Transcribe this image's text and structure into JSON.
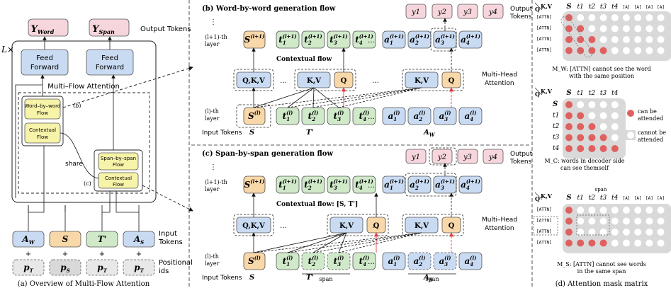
{
  "colors": {
    "pink": "#f6d6dc",
    "blue": "#c9dbf2",
    "green": "#cfe9c9",
    "orange": "#f8d7a8",
    "yellow": "#f7f3a8",
    "gray": "#d9d9d9",
    "lightgray": "#e8e8e8",
    "dot_red": "#e06060",
    "red_line": "#e04040"
  },
  "panel_a": {
    "y_word": "Y",
    "y_word_sub": "Word",
    "y_span": "Y",
    "y_span_sub": "Span",
    "output_tokens": "Output Tokens",
    "lx": "L×",
    "ff1_l1": "Feed",
    "ff1_l2": "Forward",
    "ff2_l1": "Feed",
    "ff2_l2": "Forward",
    "mfa": "Multi–Flow Attention",
    "mark_b": "(b)",
    "mark_c": "(c)",
    "wbw_l1": "Word–by–word",
    "wbw_l2": "Flow",
    "ctx_l1": "Contextual",
    "ctx_l2": "Flow",
    "sbs_l1": "Span–by–span",
    "sbs_l2": "Flow",
    "ctx2_l1": "Contextual",
    "ctx2_l2": "Flow",
    "share": "share",
    "input_tokens_l1": "Input",
    "input_tokens_l2": "Tokens",
    "pos_l1": "Positional",
    "pos_l2": "ids",
    "inputs": [
      {
        "main": "A",
        "sub": "W"
      },
      {
        "main": "S",
        "sub": ""
      },
      {
        "main": "T'",
        "sub": ""
      },
      {
        "main": "A",
        "sub": "S"
      }
    ],
    "positions": [
      {
        "main": "p",
        "sub": "T"
      },
      {
        "main": "p",
        "sub": "S"
      },
      {
        "main": "p",
        "sub": "T"
      },
      {
        "main": "p",
        "sub": "T"
      }
    ],
    "plus": "+",
    "caption": "(a) Overview of Multi-Flow Attention"
  },
  "panel_b": {
    "title": "(b) Word-by-word generation flow",
    "outputs": [
      "y1",
      "y2",
      "y3",
      "y4"
    ],
    "output_tokens_l1": "Output",
    "output_tokens_l2": "Tokens",
    "dots_v": "⋮",
    "layer_top_l1": "(l+1)-th",
    "layer_top_l2": "layer",
    "layer_bot_l1": "(l)-th",
    "layer_bot_l2": "layer",
    "contextual_flow": "Contextual flow",
    "qkv": "Q,K,V",
    "kv": "K,V",
    "q": "Q",
    "mha_l1": "Multi–Head",
    "mha_l2": "Attention",
    "ellipsis": "…",
    "input_tokens": "Input Tokens",
    "s_label": "S",
    "t_label": "T'",
    "aw_label": "A",
    "aw_sub": "W",
    "top_row": [
      "s(l+1)",
      "t1(l+1)",
      "t2(l+1)",
      "t3(l+1)",
      "t4(l+1)",
      "a1(l+1)",
      "a2(l+1)",
      "a3(l+1)",
      "a4(l+1)"
    ],
    "bot_row": [
      "s(l)",
      "t1(l)",
      "t2(l)",
      "t3(l)",
      "t4(l)",
      "a1(l)",
      "a2(l)",
      "a3(l)",
      "a4(l)"
    ]
  },
  "panel_c": {
    "title": "(c) Span-by-span generation flow",
    "outputs": [
      "y1",
      "y2",
      "y3",
      "y4"
    ],
    "output_tokens_l1": "Output",
    "output_tokens_l2": "Tokens",
    "contextual_flow": "Contextual flow: [S, T']",
    "span1": "span",
    "span2": "span",
    "as_label": "A",
    "as_sub": "S"
  },
  "panel_d": {
    "kv": "K,V",
    "q": "Q",
    "cols": [
      "S",
      "t1",
      "t2",
      "t3",
      "t4",
      "[A]",
      "[A]",
      "[A]",
      "[A]"
    ],
    "attn_rows": [
      "[ATTN]",
      "[ATTN]",
      "[ATTN]",
      "[ATTN]"
    ],
    "mw_caption_l1": "M_W: [ATTN] cannot see the word",
    "mw_caption_l2": "with the same position",
    "mc_cols": [
      "S",
      "t1",
      "t2",
      "t3",
      "t4"
    ],
    "mc_rows": [
      "S",
      "t1",
      "t2",
      "t3",
      "t4"
    ],
    "legend_can_l1": "can be",
    "legend_can_l2": "attended",
    "legend_cannot_l1": "cannot be",
    "legend_cannot_l2": "attended",
    "mc_caption_l1": "M_C: words in decoder side",
    "mc_caption_l2": "can see themself",
    "span_label": "span",
    "ms_caption_l1": "M_S: [ATTN] cannot see words",
    "ms_caption_l2": "in the same span",
    "caption": "(d) Attention mask matrix"
  },
  "captions": {
    "b": "(b) Word-by-word generation flow",
    "c": "(c) Span-by-span generation flow"
  }
}
